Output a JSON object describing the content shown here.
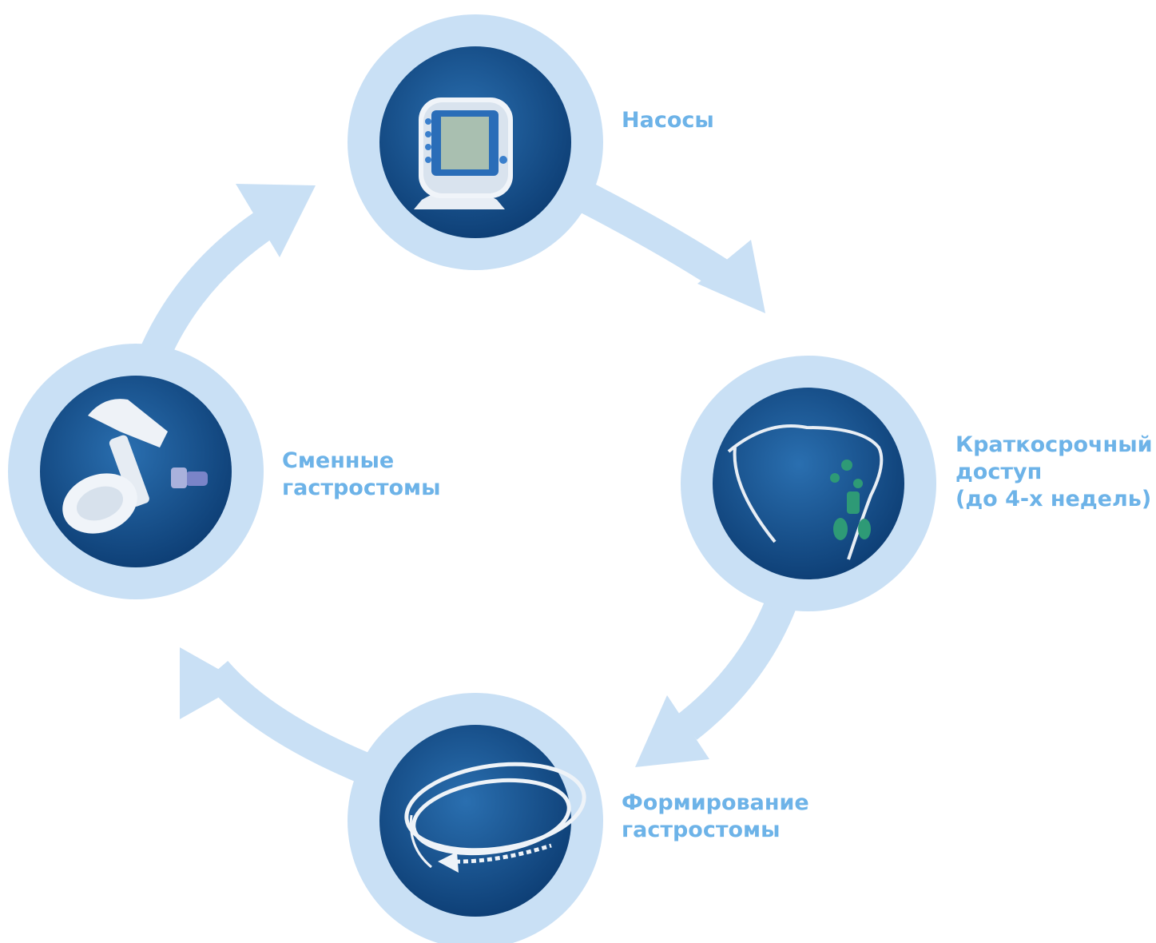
{
  "colors": {
    "ring": "#c9e0f5",
    "label": "#6db3e8",
    "photo_dark": "#0c3c72",
    "photo_mid": "#1f5f9e"
  },
  "nodes": [
    {
      "id": "pumps",
      "icon": "feeding-pump-icon",
      "lines": [
        "Насосы"
      ]
    },
    {
      "id": "short-term",
      "icon": "feeding-tube-icon",
      "lines": [
        "Краткосрочный",
        "доступ",
        "(до 4-х недель)"
      ]
    },
    {
      "id": "gastrostomy-formation",
      "icon": "coiled-catheter-icon",
      "lines": [
        "Формирование",
        "гастростомы"
      ]
    },
    {
      "id": "replacement-gastrostomy",
      "icon": "gastrostomy-button-icon",
      "lines": [
        "Сменные",
        "гастростомы"
      ]
    }
  ],
  "flow": [
    "pumps",
    "short-term",
    "gastrostomy-formation",
    "replacement-gastrostomy",
    "pumps"
  ]
}
